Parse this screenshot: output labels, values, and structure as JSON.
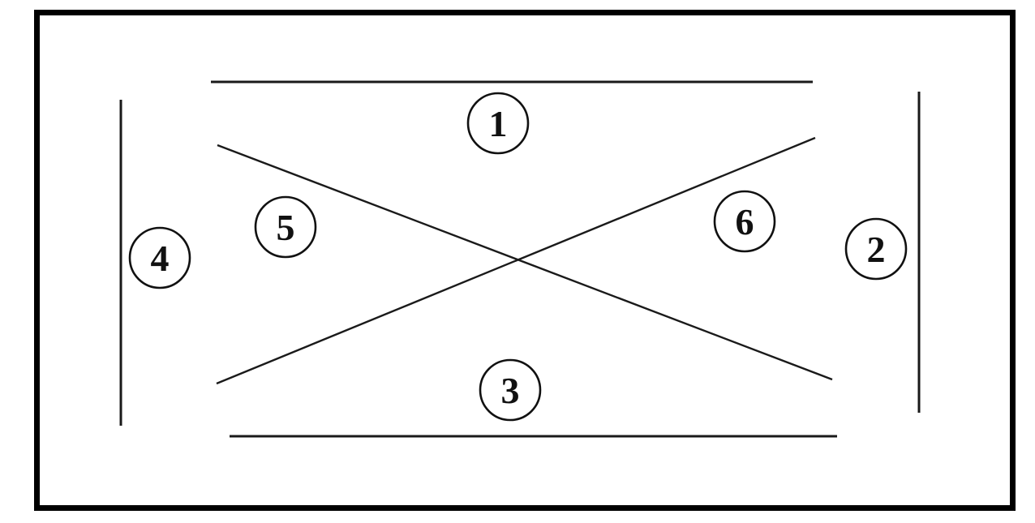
{
  "diagram": {
    "description": "Rectangle diagram with six numbered boundary regions: top line, right line, bottom line, left line, and two crossing diagonals",
    "colors": {
      "line": "#000000",
      "background": "#ffffff"
    },
    "labels": [
      {
        "id": "region-1",
        "value": "1",
        "position": "top"
      },
      {
        "id": "region-2",
        "value": "2",
        "position": "right"
      },
      {
        "id": "region-3",
        "value": "3",
        "position": "bottom"
      },
      {
        "id": "region-4",
        "value": "4",
        "position": "left"
      },
      {
        "id": "region-5",
        "value": "5",
        "position": "upper-left-diagonal"
      },
      {
        "id": "region-6",
        "value": "6",
        "position": "upper-right-diagonal"
      }
    ]
  }
}
